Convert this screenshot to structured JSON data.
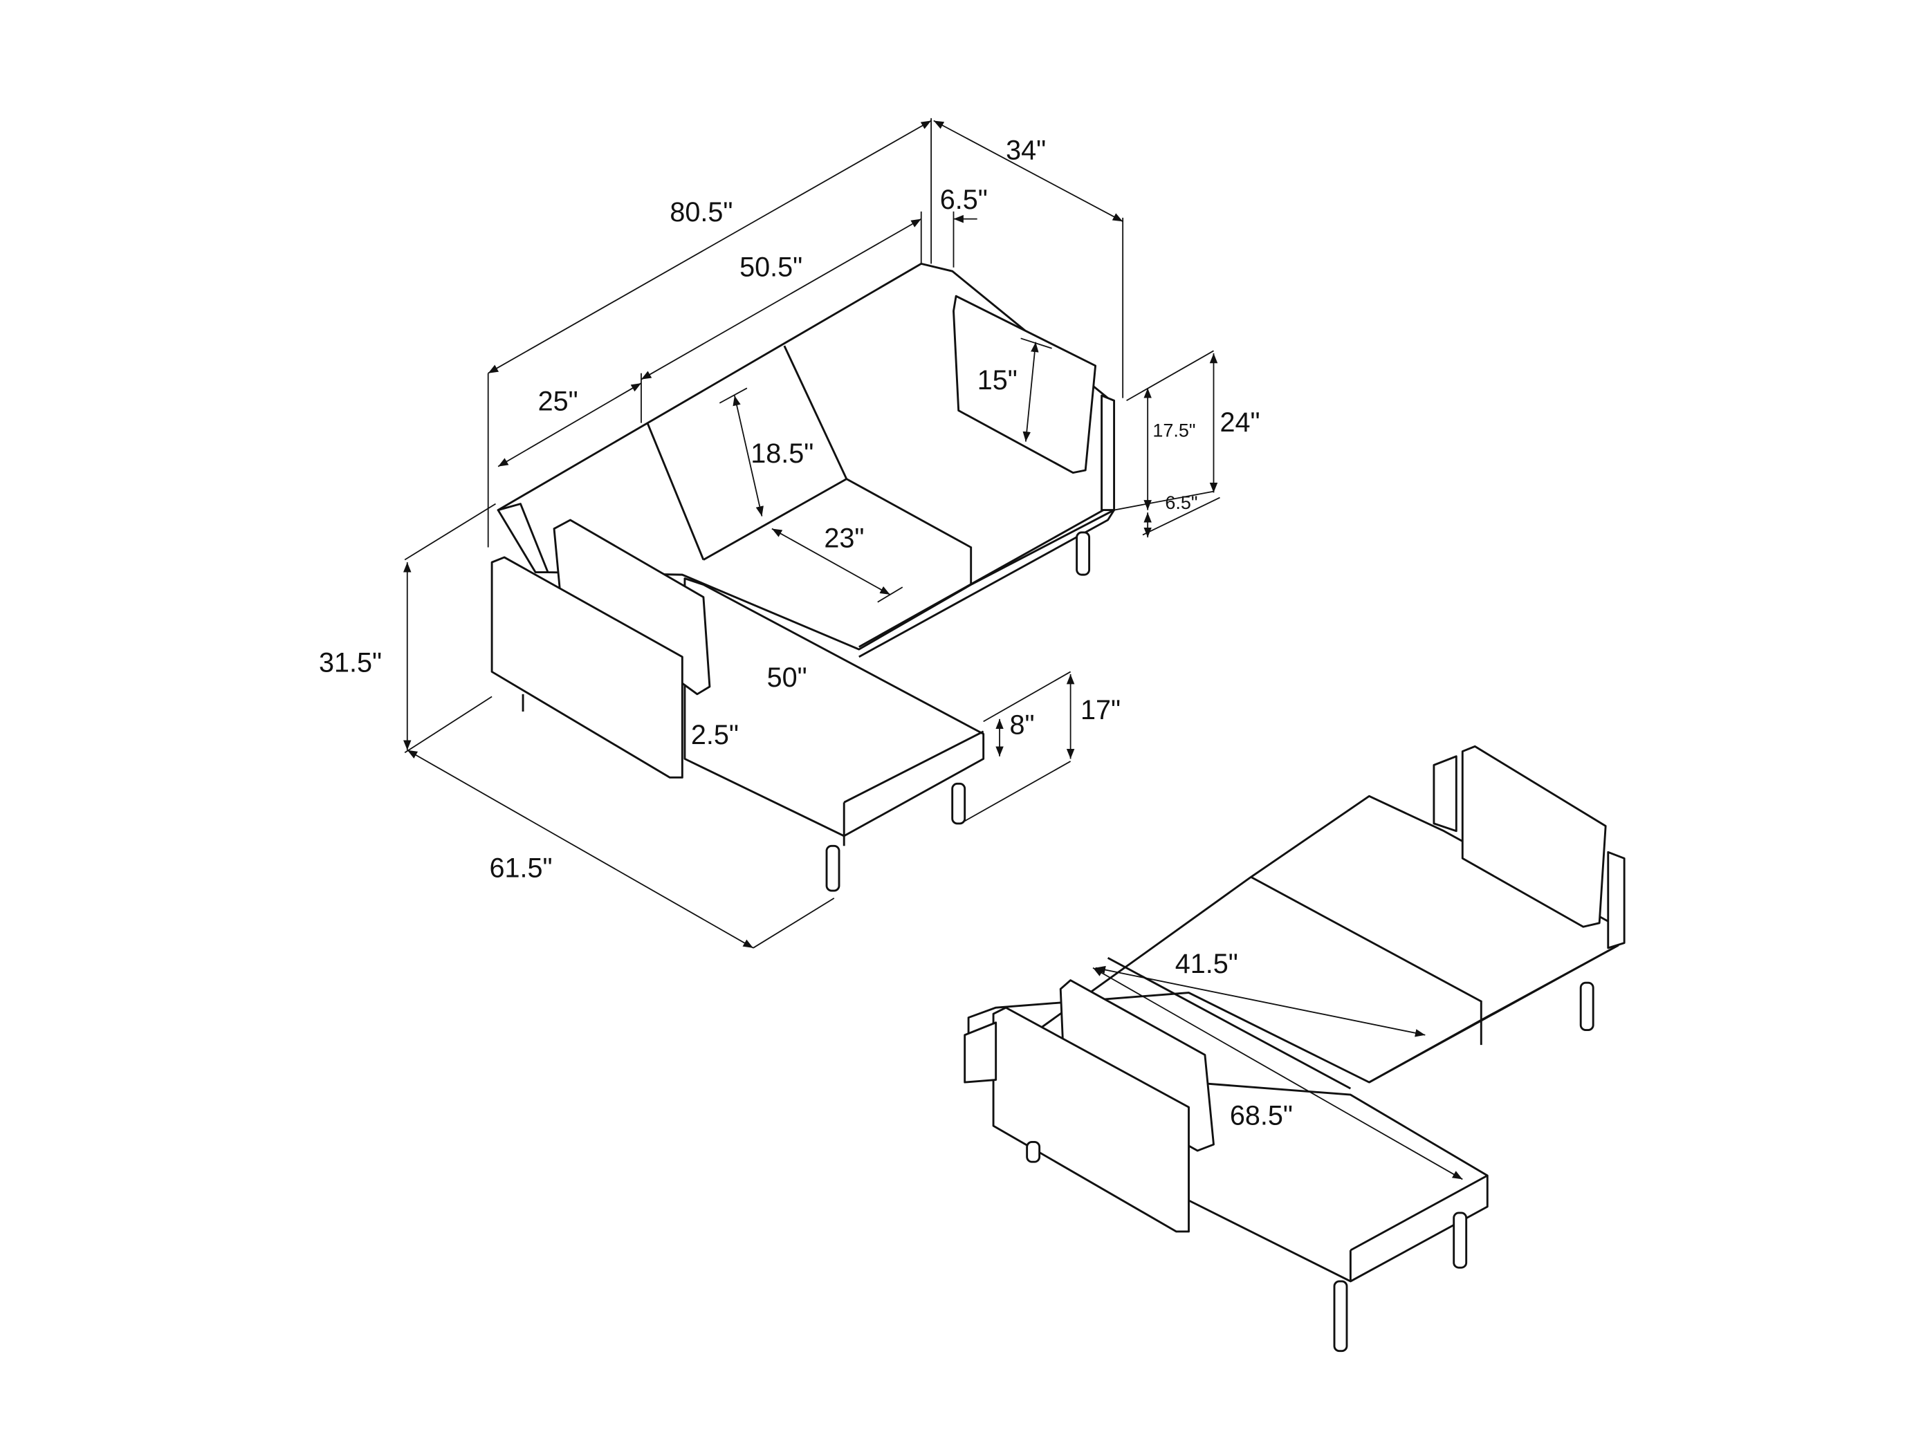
{
  "title": "Sectional sofa dimensions diagram",
  "sofa_view": {
    "overall_width": "80.5\"",
    "overall_depth": "34\"",
    "arm_width": "6.5\"",
    "back_width": "50.5\"",
    "section_width": "25\"",
    "pillow_height": "15\"",
    "back_height": "18.5\"",
    "seat_height_above_legs": "17.5\"",
    "total_height": "24\"",
    "leg_height": "6.5\"",
    "seat_depth": "23\"",
    "chaise_height": "31.5\"",
    "chaise_length": "50\"",
    "arm_thickness": "2.5\"",
    "chaise_cushion": "8\"",
    "seat_height": "17\"",
    "chaise_total_length": "61.5\""
  },
  "bed_view": {
    "bed_width": "41.5\"",
    "bed_length": "68.5\""
  },
  "colors": {
    "line": "#111111",
    "background": "#ffffff"
  }
}
